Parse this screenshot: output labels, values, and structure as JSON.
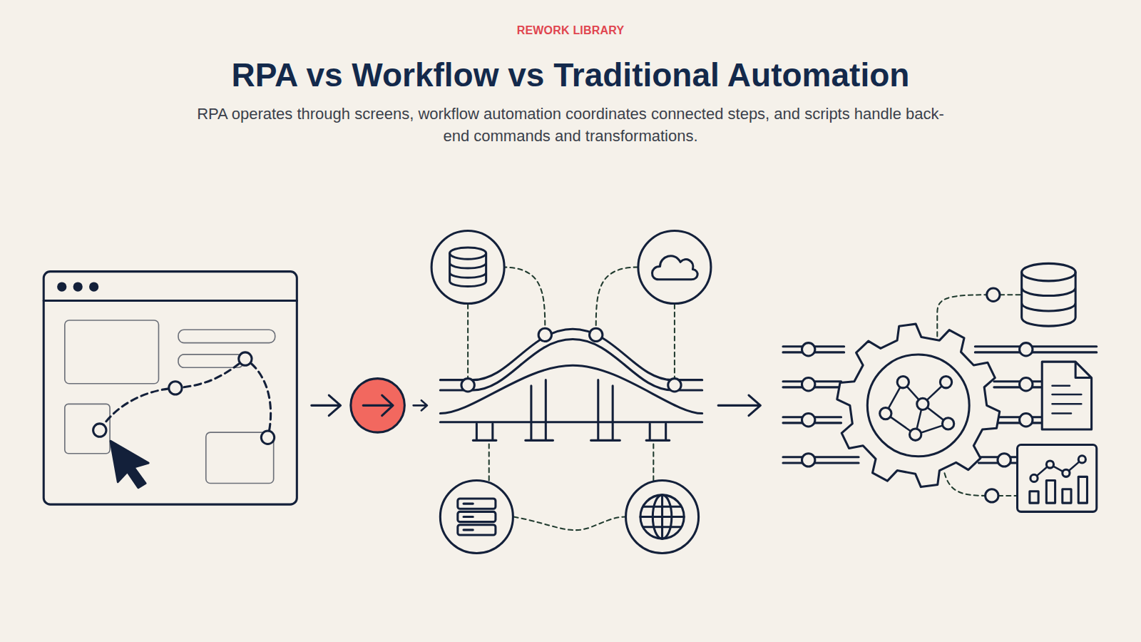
{
  "diagram": {
    "title": "RPA vs Workflow vs Traditional Automation",
    "caption": "RPA operates through screens, workflow automation coordinates connected steps, and scripts handle back-end commands and transformations.",
    "labels": [
      "REWORK LIBRARY"
    ]
  }
}
